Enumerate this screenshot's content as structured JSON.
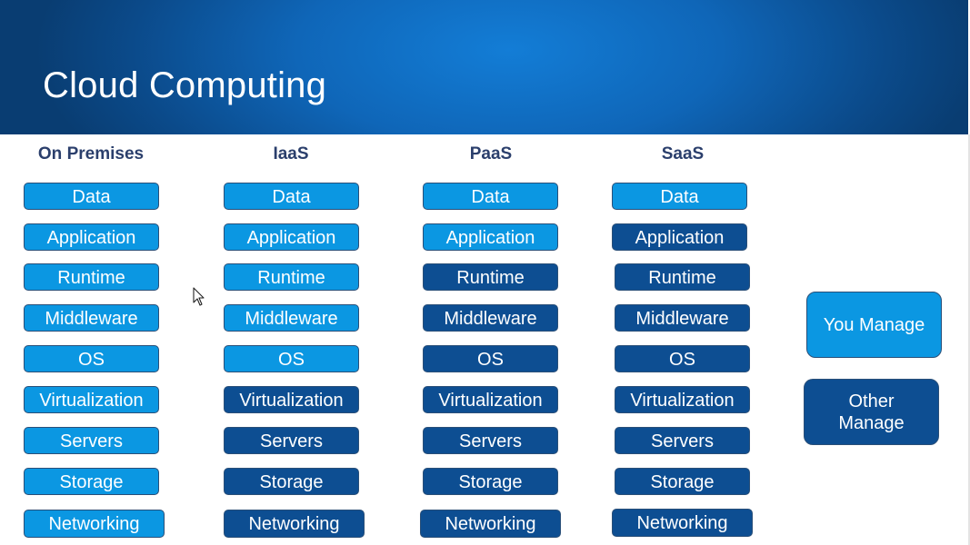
{
  "title": "Cloud Computing",
  "columns": [
    {
      "heading": "On Premises",
      "items": [
        "Data",
        "Application",
        "Runtime",
        "Middleware",
        "OS",
        "Virtualization",
        "Servers",
        "Storage",
        "Networking"
      ],
      "managed_by_you_count": 9
    },
    {
      "heading": "IaaS",
      "items": [
        "Data",
        "Application",
        "Runtime",
        "Middleware",
        "OS",
        "Virtualization",
        "Servers",
        "Storage",
        "Networking"
      ],
      "managed_by_you_count": 5
    },
    {
      "heading": "PaaS",
      "items": [
        "Data",
        "Application",
        "Runtime",
        "Middleware",
        "OS",
        "Virtualization",
        "Servers",
        "Storage",
        "Networking"
      ],
      "managed_by_you_count": 2
    },
    {
      "heading": "SaaS",
      "items": [
        "Data",
        "Application",
        "Runtime",
        "Middleware",
        "OS",
        "Virtualization",
        "Servers",
        "Storage",
        "Networking"
      ],
      "managed_by_you_count": 1
    }
  ],
  "legend": {
    "you_manage": "You Manage",
    "other_manage_line1": "Other",
    "other_manage_line2": "Manage"
  },
  "colors": {
    "you_manage": "#0b97e2",
    "other_manage": "#0d4e92",
    "heading": "#2b3f6c",
    "header_bg": "#0f66b8"
  },
  "icons": [
    "mouse-pointer-icon"
  ]
}
